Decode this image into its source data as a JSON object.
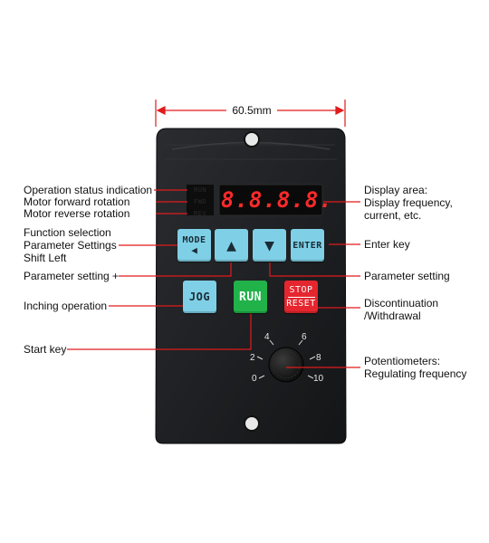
{
  "dimension": {
    "width_label": "60.5mm"
  },
  "display": {
    "digits": "8.8.8.8."
  },
  "status_indicators": [
    "RUN",
    "FWD",
    "REV"
  ],
  "buttons": {
    "mode": "MODE",
    "up_icon": "triangle-up-icon",
    "down_icon": "triangle-down-icon",
    "enter": "ENTER",
    "jog": "JOG",
    "run": "RUN",
    "stop": "STOP",
    "reset": "RESET"
  },
  "dial": {
    "ticks": [
      "0",
      "2",
      "4",
      "6",
      "8",
      "10"
    ]
  },
  "callouts_left": {
    "op_status": "Operation status indication",
    "fwd": "Motor forward rotation",
    "rev": "Motor reverse rotation",
    "func_sel": "Function selection",
    "param_set": "Parameter Settings",
    "shift_left": "Shift Left",
    "param_plus": "Parameter setting +",
    "inching": "Inching operation",
    "start": "Start key"
  },
  "callouts_right": {
    "display_area": "Display area:",
    "display_freq": "Display frequency,",
    "current": "current, etc.",
    "enter_key": "Enter key",
    "param_setting": "Parameter setting",
    "discontinuation": "Discontinuation",
    "withdrawal": "/Withdrawal",
    "potentiometers": "Potentiometers:",
    "regulating": "Regulating frequency"
  },
  "colors": {
    "panel": "#1d1f22",
    "button_blue": "#7fd0e6",
    "button_green": "#22b24a",
    "button_red": "#e5262e",
    "callout_red": "#e01b1b"
  }
}
